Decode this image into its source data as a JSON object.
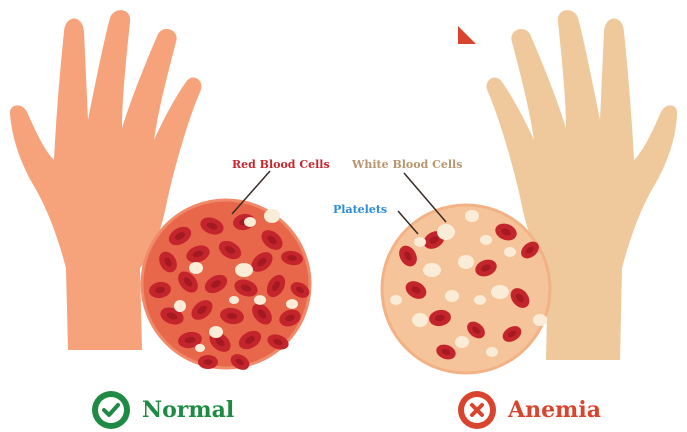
{
  "labels": {
    "red_blood_cells": "Red Blood Cells",
    "white_blood_cells": "White Blood Cells",
    "platelets": "Platelets"
  },
  "status": {
    "normal": "Normal",
    "anemia": "Anemia"
  },
  "colors": {
    "normal_hand": "#f6a27b",
    "anemia_hand": "#efc99b",
    "normal_disc": "#e8674a",
    "anemia_disc": "#f6c49a",
    "red_cell": "#c4242c",
    "white_cell": "#fbecd8",
    "red_label": "#c8262d",
    "white_label": "#b8956f",
    "platelet_label": "#2b8bd8",
    "normal_green": "#1f8a43",
    "anemia_red": "#d9442f"
  },
  "icons": [
    "check-icon",
    "x-icon"
  ]
}
